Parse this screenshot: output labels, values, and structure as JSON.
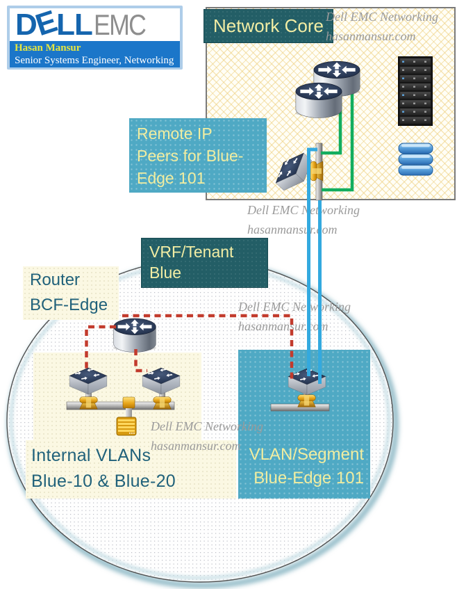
{
  "logo": {
    "brand_d": "D",
    "brand_e": "E",
    "brand_ll": "LL",
    "brand_emc": "EMC",
    "person": "Hasan Mansur",
    "role": "Senior Systems Engineer, Networking"
  },
  "watermark": {
    "line1": "Dell EMC Networking",
    "line2": "hasanmansur.com"
  },
  "network_core": {
    "title": "Network Core"
  },
  "remote_peers": {
    "line1": "Remote IP",
    "line2": "Peers for Blue-",
    "line3": "Edge 101"
  },
  "vrf_tenant": {
    "line1": "VRF/Tenant",
    "line2": "Blue"
  },
  "router_edge": {
    "line1": "Router",
    "line2": "BCF-Edge"
  },
  "internal_vlans": {
    "line1": "Internal VLANs",
    "line2": "Blue-10 & Blue-20"
  },
  "vlan_segment": {
    "line1": "VLAN/Segment",
    "line2": "Blue-Edge 101"
  },
  "icons": {
    "router-icon": "cylinder with four white cross arrows",
    "switch-icon": "3d slab with four white arrows",
    "server-rack-icon": "black rack with 8 server units",
    "database-icon": "stack of three blue cylinders",
    "t-connector-icon": "gold tap connector on gray bus bar",
    "striped-box-icon": "gold striped network device"
  },
  "colors": {
    "dark_teal_box": "#235E66",
    "light_blue_box": "#4FA9C4",
    "pale_yellow_text": "#F1EDA0",
    "teal_text": "#20617A",
    "watermark_gray": "#9A9A9A",
    "red_dashed_link": "#C23B2D",
    "green_link": "#12AD5E",
    "blue_link": "#33A9DF",
    "dell_blue": "#1565AE",
    "emc_gray": "#8E8E8E",
    "banner_blue": "#1B76C9",
    "banner_yellow": "#E8E73F"
  }
}
